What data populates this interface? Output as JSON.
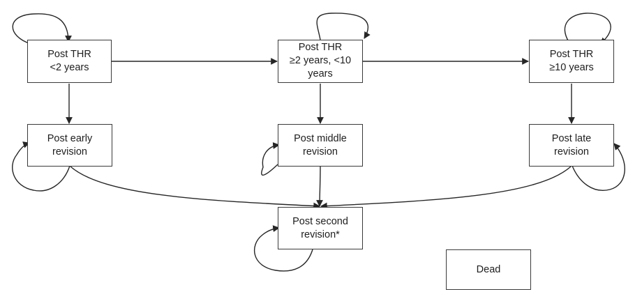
{
  "nodes": {
    "post_thr_lt2": {
      "line1": "Post THR",
      "line2": "<2 years"
    },
    "post_thr_2to10": {
      "line1": "Post THR",
      "line2": "≥2 years, <10",
      "line3": "years"
    },
    "post_thr_ge10": {
      "line1": "Post THR",
      "line2": "≥10 years"
    },
    "post_early_revision": {
      "line1": "Post early",
      "line2": "revision"
    },
    "post_middle_revision": {
      "line1": "Post middle",
      "line2": "revision"
    },
    "post_late_revision": {
      "line1": "Post late",
      "line2": "revision"
    },
    "post_second_revision": {
      "line1": "Post second",
      "line2": "revision*"
    },
    "dead": {
      "line1": "Dead"
    }
  },
  "edges": [
    {
      "from": "post_thr_lt2",
      "to": "post_thr_lt2",
      "type": "self-loop"
    },
    {
      "from": "post_thr_2to10",
      "to": "post_thr_2to10",
      "type": "self-loop"
    },
    {
      "from": "post_thr_ge10",
      "to": "post_thr_ge10",
      "type": "self-loop"
    },
    {
      "from": "post_early_revision",
      "to": "post_early_revision",
      "type": "self-loop"
    },
    {
      "from": "post_middle_revision",
      "to": "post_middle_revision",
      "type": "self-loop"
    },
    {
      "from": "post_late_revision",
      "to": "post_late_revision",
      "type": "self-loop"
    },
    {
      "from": "post_second_revision",
      "to": "post_second_revision",
      "type": "self-loop"
    },
    {
      "from": "post_thr_lt2",
      "to": "post_thr_2to10",
      "type": "arrow"
    },
    {
      "from": "post_thr_2to10",
      "to": "post_thr_ge10",
      "type": "arrow"
    },
    {
      "from": "post_thr_lt2",
      "to": "post_early_revision",
      "type": "arrow"
    },
    {
      "from": "post_thr_2to10",
      "to": "post_middle_revision",
      "type": "arrow"
    },
    {
      "from": "post_thr_ge10",
      "to": "post_late_revision",
      "type": "arrow"
    },
    {
      "from": "post_early_revision",
      "to": "post_second_revision",
      "type": "arrow"
    },
    {
      "from": "post_middle_revision",
      "to": "post_second_revision",
      "type": "arrow"
    },
    {
      "from": "post_late_revision",
      "to": "post_second_revision",
      "type": "arrow"
    }
  ],
  "colors": {
    "line": "#262626",
    "box_border": "#3a3a3a",
    "text": "#1e1e1e",
    "background": "#ffffff"
  }
}
